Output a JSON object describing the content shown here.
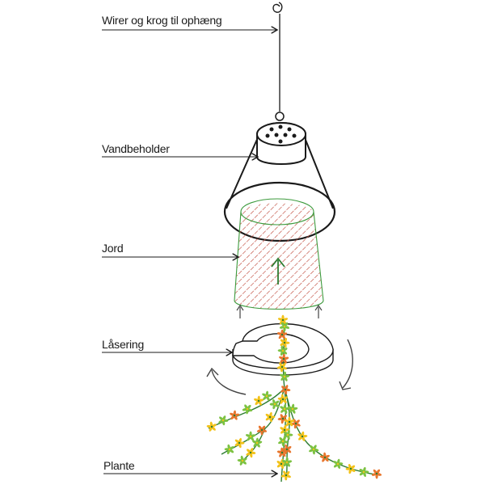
{
  "labels": {
    "wire": "Wirer og krog til ophæng",
    "tank": "Vandbeholder",
    "soil": "Jord",
    "ring": "Låsering",
    "plant": "Plante"
  },
  "colors": {
    "line": "#1a1a1a",
    "soil_outline": "#3c9a3c",
    "soil_hatch": "#c4574a",
    "stem": "#2e7d32",
    "leaf_green": "#7cc242",
    "flower_yellow": "#f2c21a",
    "flower_orange": "#e8762d",
    "arrow_grey": "#444444"
  }
}
